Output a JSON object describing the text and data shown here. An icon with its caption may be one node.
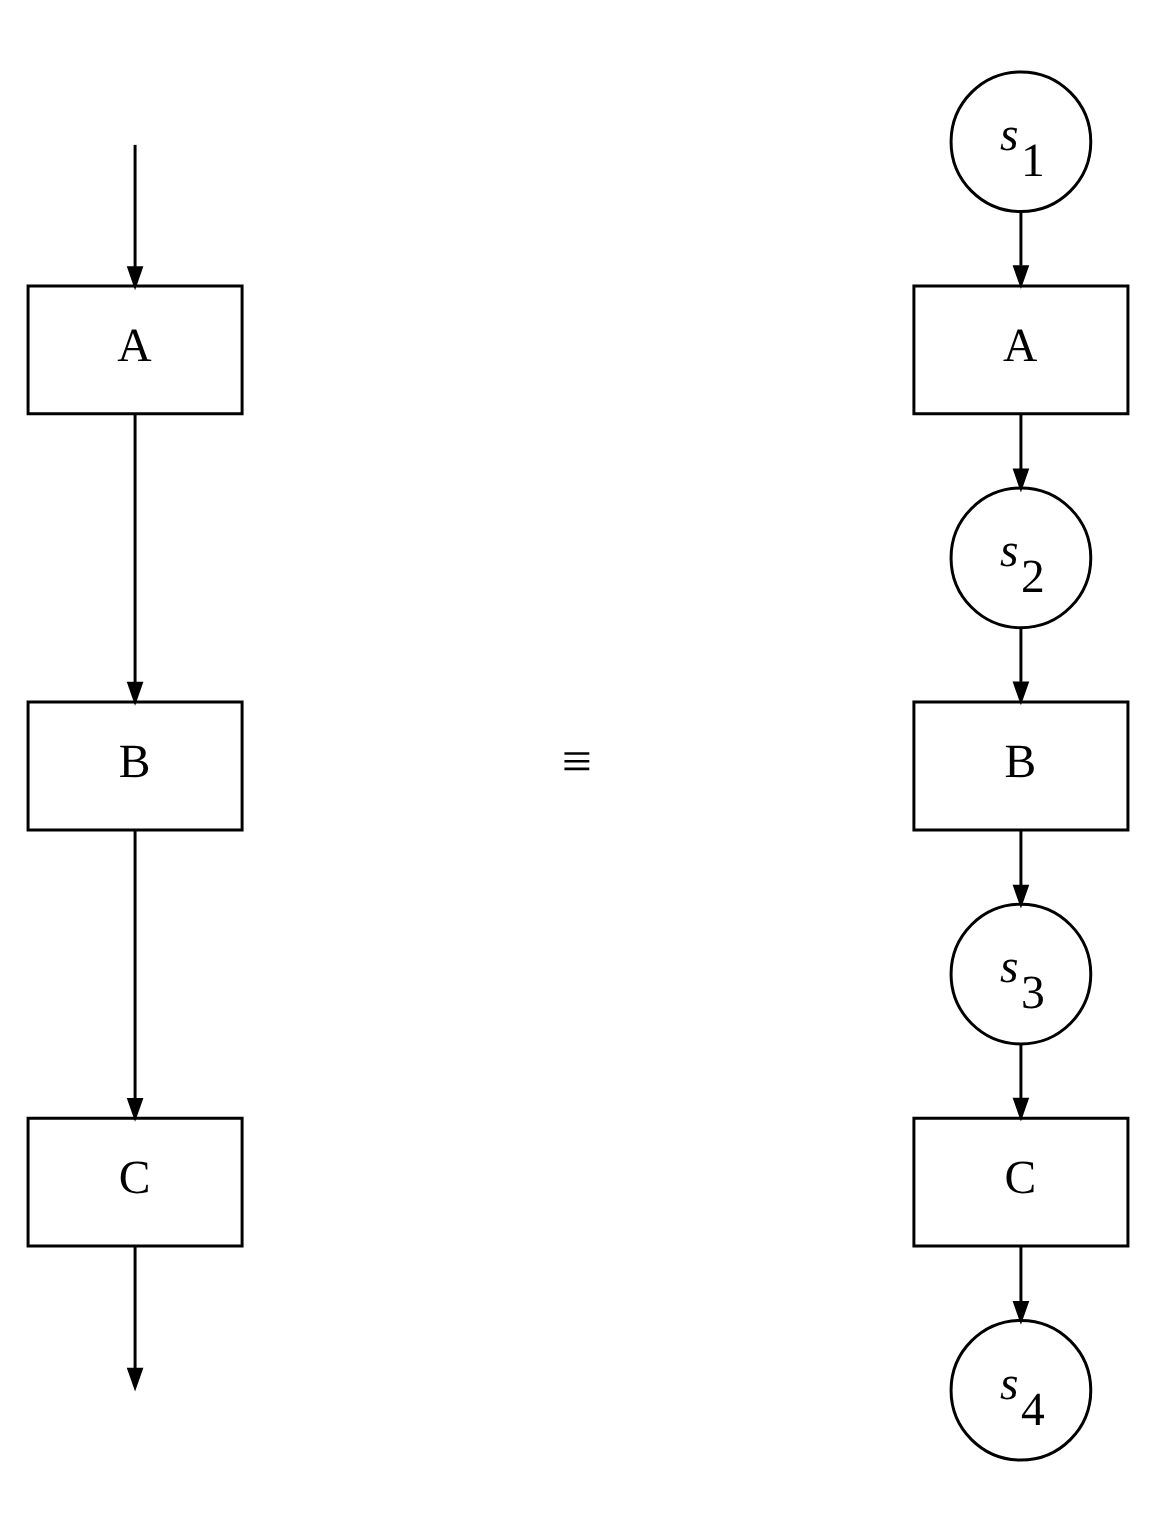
{
  "diagram": {
    "nodes": [
      {
        "text": [
          "A"
        ]
      },
      {
        "text": [
          "B"
        ]
      },
      {
        "text": [
          "C"
        ]
      },
      {
        "text": [
          "*s*$_{1}$"
        ]
      },
      {
        "text": [
          "A"
        ]
      },
      {
        "text": [
          "*s*$_{2}$"
        ]
      },
      {
        "text": [
          "B"
        ]
      },
      {
        "text": [
          "*s*$_{3}$"
        ]
      },
      {
        "text": [
          "C"
        ]
      },
      {
        "text": [
          "*s*$_{4}$"
        ]
      }
    ],
    "edges": [
      {
        "from": null,
        "to": 0,
        "arrow": "to"
      },
      {
        "from": 0,
        "to": 1,
        "arrow": "to"
      },
      {
        "from": 1,
        "to": 2,
        "arrow": "to"
      },
      {
        "from": 2,
        "to": null,
        "arrow": "to"
      },
      {
        "from": 3,
        "to": 4,
        "arrow": "to"
      },
      {
        "from": 4,
        "to": 5,
        "arrow": "to"
      },
      {
        "from": 5,
        "to": 6,
        "arrow": "to"
      },
      {
        "from": 6,
        "to": 7,
        "arrow": "to"
      },
      {
        "from": 7,
        "to": 8,
        "arrow": "to"
      },
      {
        "from": 8,
        "to": 9,
        "arrow": "to"
      }
    ],
    "labels": [
      "≡"
    ]
  }
}
